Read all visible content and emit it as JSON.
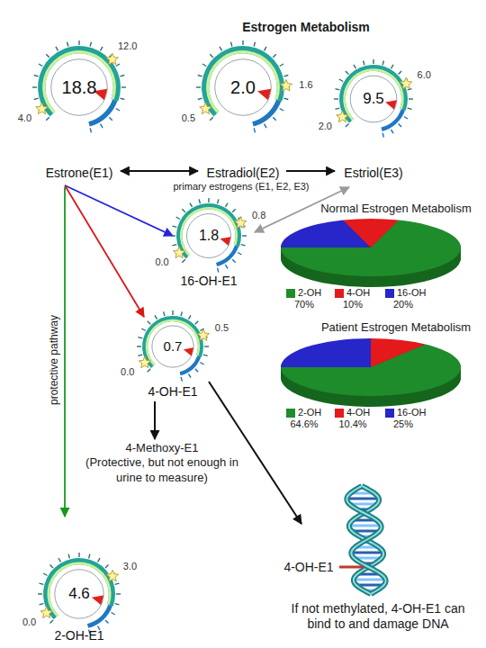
{
  "diagram": {
    "title": "Estrogen Metabolism",
    "nodes": [
      {
        "text": [
          "18.8",
          "4.0",
          "12.0",
          "Estrone(E1)"
        ]
      },
      {
        "text": [
          "2.0",
          "0.5",
          "1.6",
          "Estradiol(E2)"
        ]
      },
      {
        "text": [
          "9.5",
          "2.0",
          "6.0",
          "Estriol(E3)"
        ]
      },
      {
        "text": [
          "1.8",
          "0.0",
          "0.8",
          "16-OH-E1"
        ]
      },
      {
        "text": [
          "Normal Estrogen Metabolism"
        ]
      },
      {
        "text": [
          "Patient Estrogen Metabolism"
        ]
      },
      {
        "text": [
          "0.7",
          "0.0",
          "0.5",
          "4-OH-E1"
        ]
      },
      {
        "text": [
          "4-Methoxy-E1",
          "(Protective, but not enough in urine to measure)"
        ]
      },
      {
        "text": [
          "4-OH-E1",
          "If not methylated, 4-OH-E1 can bind to and damage DNA"
        ]
      },
      {
        "text": [
          "4.6",
          "0.0",
          "3.0",
          "2-OH-E1"
        ]
      }
    ],
    "edges": [
      {
        "from": 0,
        "to": 1,
        "arrow": "both"
      },
      {
        "from": 1,
        "to": 2,
        "arrow": "to"
      },
      {
        "from": 3,
        "to": 2,
        "arrow": "both"
      },
      {
        "from": 0,
        "to": 3,
        "arrow": "to"
      },
      {
        "from": 0,
        "to": 6,
        "arrow": "to"
      },
      {
        "from": 0,
        "to": 9,
        "arrow": "to"
      },
      {
        "from": 6,
        "to": 7,
        "arrow": "to"
      },
      {
        "from": 6,
        "to": 8,
        "arrow": "to"
      }
    ],
    "labels": [
      "primary estrogens (E1, E2, E3)",
      "protective pathway",
      "70%",
      "10%",
      "20%",
      "64.6%",
      "10.4%",
      "25%"
    ],
    "legend": [
      {
        "text": "2-OH",
        "color": "#1e8c2a"
      },
      {
        "text": "4-OH",
        "color": "#e3191c"
      },
      {
        "text": "16-OH",
        "color": "#2626c9"
      },
      {
        "text": "2-OH",
        "color": "#1e8c2a"
      },
      {
        "text": "4-OH",
        "color": "#e3191c"
      },
      {
        "text": "16-OH",
        "color": "#2626c9"
      }
    ]
  }
}
